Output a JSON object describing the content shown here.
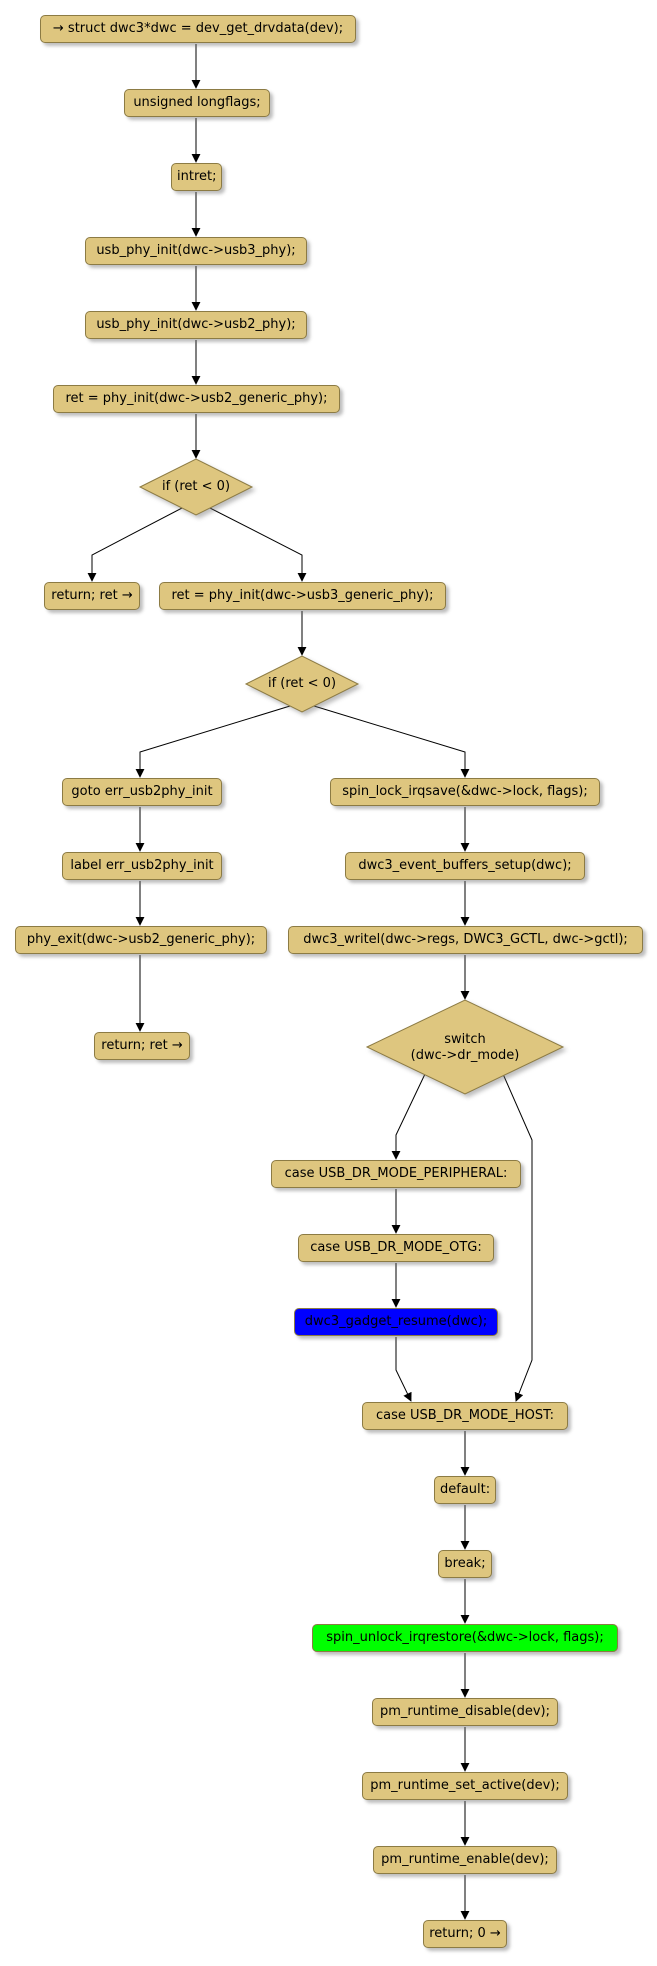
{
  "colors": {
    "node_fill": "#dec67f",
    "node_border": "#8c7b44",
    "highlight_blue": "#0000ff",
    "highlight_green": "#00ff00",
    "edge": "#000000"
  },
  "nodes": {
    "n1": "→ struct dwc3*dwc = dev_get_drvdata(dev);",
    "n2": "unsigned longflags;",
    "n3": "intret;",
    "n4": "usb_phy_init(dwc->usb3_phy);",
    "n5": "usb_phy_init(dwc->usb2_phy);",
    "n6": "ret = phy_init(dwc->usb2_generic_phy);",
    "d1": "if (ret < 0)",
    "n7": "return; ret →",
    "n8": "ret = phy_init(dwc->usb3_generic_phy);",
    "d2": "if (ret < 0)",
    "n9": "goto err_usb2phy_init",
    "n10": "label err_usb2phy_init",
    "n11": "phy_exit(dwc->usb2_generic_phy);",
    "n12": "return; ret →",
    "n13": "spin_lock_irqsave(&dwc->lock, flags);",
    "n14": "dwc3_event_buffers_setup(dwc);",
    "n15": "dwc3_writel(dwc->regs, DWC3_GCTL, dwc->gctl);",
    "d3_line1": "switch",
    "d3_line2": "(dwc->dr_mode)",
    "n16": "case USB_DR_MODE_PERIPHERAL:",
    "n17": "case USB_DR_MODE_OTG:",
    "n18": "dwc3_gadget_resume(dwc);",
    "n19": "case USB_DR_MODE_HOST:",
    "n20": "default:",
    "n21": "break;",
    "n22": "spin_unlock_irqrestore(&dwc->lock, flags);",
    "n23": "pm_runtime_disable(dev);",
    "n24": "pm_runtime_set_active(dev);",
    "n25": "pm_runtime_enable(dev);",
    "n26": "return; 0 →"
  }
}
